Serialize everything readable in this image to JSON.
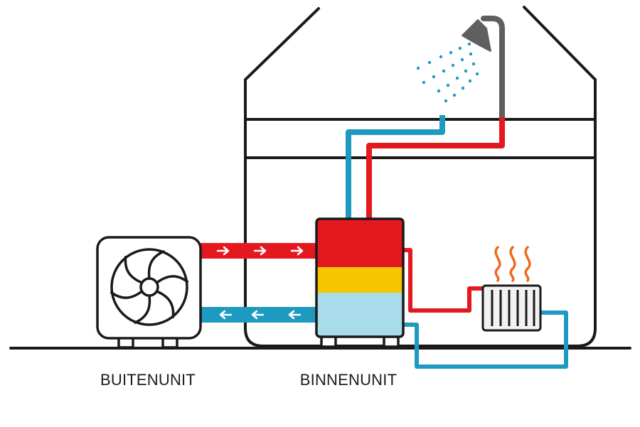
{
  "labels": {
    "outdoor_unit": "BUITENUNIT",
    "indoor_unit": "BINNENUNIT"
  },
  "icons": {
    "outdoor_fan": "fan-icon",
    "shower": "shower-icon",
    "radiator": "radiator-icon",
    "heat_waves": "heat-waves-icon"
  },
  "colors": {
    "hot_water": "#e3191f",
    "cold_water": "#1e9ac0",
    "tank_top": "#e3191f",
    "tank_middle": "#f7c600",
    "tank_bottom": "#a8dcea",
    "outline": "#1a1a1a",
    "shower_head": "#5f5f5f",
    "heat_waves": "#ef6a1c"
  },
  "flows": {
    "supply_direction": "right",
    "return_direction": "left"
  }
}
